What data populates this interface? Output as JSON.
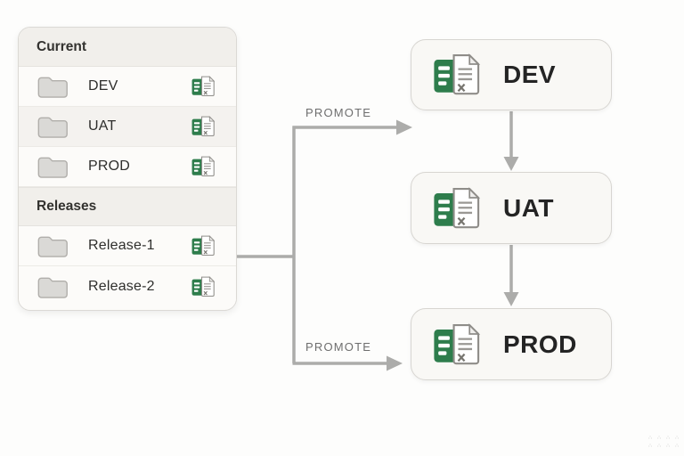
{
  "panel": {
    "sections": [
      {
        "header": "Current",
        "rows": [
          {
            "label": "DEV"
          },
          {
            "label": "UAT"
          },
          {
            "label": "PROD"
          }
        ]
      },
      {
        "header": "Releases",
        "rows": [
          {
            "label": "Release-1"
          },
          {
            "label": "Release-2"
          }
        ]
      }
    ]
  },
  "flow": {
    "promote_top_label": "PROMOTE",
    "promote_bottom_label": "PROMOTE",
    "nodes": [
      {
        "label": "DEV"
      },
      {
        "label": "UAT"
      },
      {
        "label": "PROD"
      }
    ]
  },
  "icons": {
    "folder": "folder-icon",
    "file": "spreadsheet-file-icon"
  },
  "colors": {
    "spreadsheet_green": "#2e7d4c",
    "arrow_gray": "#acacaa",
    "panel_header_bg": "#f1efeb",
    "node_bg": "#f9f8f5",
    "promote_text": "#6e6e6e"
  },
  "watermark": {
    "glyph": "∴"
  }
}
